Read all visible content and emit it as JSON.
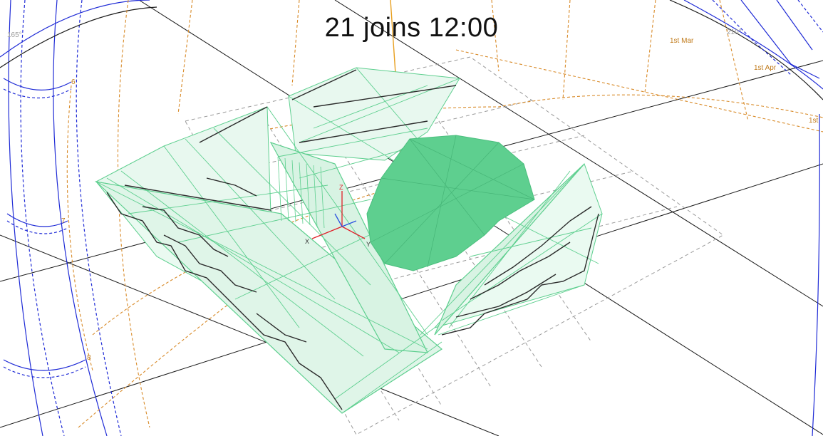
{
  "view": {
    "title": "21 joins 12:00"
  },
  "sunpath": {
    "date_labels": [
      "1st Mar",
      "1st Apr",
      "1st"
    ],
    "angle_labels": [
      "165°",
      "210°"
    ],
    "hour_labels": [
      "6",
      "7",
      "8"
    ]
  },
  "axes": {
    "x": "X",
    "y": "Y",
    "z": "Z"
  },
  "colors": {
    "model": "#5ecf8f",
    "model_dark": "#2a2a2a",
    "sunpath_hour": "#d88a28",
    "sky_dome": "#1f2bd6",
    "ground_grid": "#9a9a9a",
    "ground_line": "#1a1a1a",
    "axis_x": "#e0202a",
    "axis_y": "#e0202a",
    "axis_z": "#e0202a"
  }
}
